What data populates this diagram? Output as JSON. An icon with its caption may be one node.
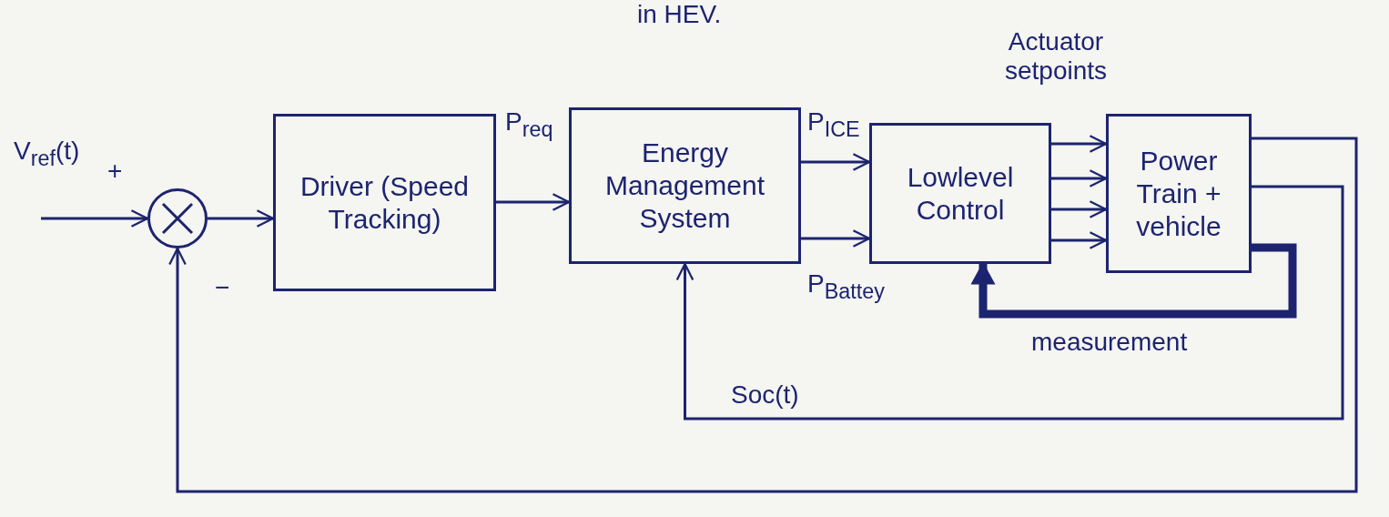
{
  "diagram": {
    "title": "in HEV.",
    "nodes": [
      {
        "text": [],
        "shape": "circle"
      },
      {
        "text": [
          "Driver (Speed Tracking)"
        ]
      },
      {
        "text": [
          "Energy Management System"
        ]
      },
      {
        "text": [
          "Lowlevel Control"
        ]
      },
      {
        "text": [
          "Power Train + vehicle"
        ]
      }
    ],
    "edges": [
      {
        "from": null,
        "to": 0,
        "arrow": "to",
        "label": "V$_{ref}$(t)"
      },
      {
        "from": 0,
        "to": 1,
        "arrow": "to"
      },
      {
        "from": 1,
        "to": 2,
        "arrow": "to",
        "label": "P$_{req}$"
      },
      {
        "from": 2,
        "to": 3,
        "arrow": "to",
        "label": "P$_{ICE}$"
      },
      {
        "from": 2,
        "to": 3,
        "arrow": "to",
        "label": "P$_{Battey}$"
      },
      {
        "from": 3,
        "to": 4,
        "arrow": "to"
      },
      {
        "from": 3,
        "to": 4,
        "arrow": "to"
      },
      {
        "from": 3,
        "to": 4,
        "arrow": "to"
      },
      {
        "from": 3,
        "to": 4,
        "arrow": "to"
      },
      {
        "from": 4,
        "to": 2,
        "arrow": "to",
        "label": "Soc(t)"
      },
      {
        "from": 4,
        "to": 3,
        "arrow": "to",
        "label": "measurement",
        "style": "thick"
      },
      {
        "from": 4,
        "to": 0,
        "arrow": "to"
      }
    ],
    "labels": [
      "+",
      "−",
      "Actuator setpoints"
    ]
  }
}
